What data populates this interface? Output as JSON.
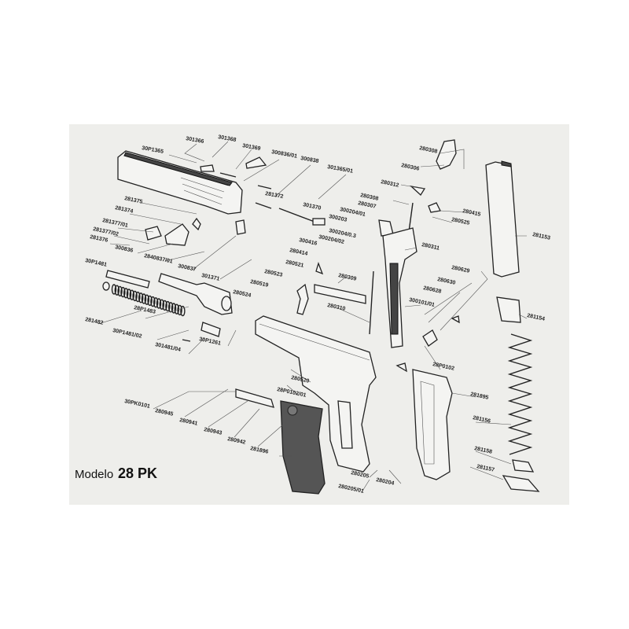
{
  "title": {
    "model_word": "Modelo",
    "model_number": "28 PK"
  },
  "labels": [
    "30P1365",
    "301366",
    "301368",
    "301369",
    "300836/01",
    "300838",
    "301365/01",
    "281372",
    "281375",
    "281374",
    "281377/01",
    "281377/02",
    "281376",
    "300836",
    "2840837/01",
    "300837",
    "301371",
    "301370",
    "300204/01",
    "300203",
    "300204/0.3",
    "300204/02",
    "300416",
    "280414",
    "280521",
    "280523",
    "280519",
    "280524",
    "280309",
    "280310",
    "280308",
    "280306",
    "280312",
    "280308",
    "280307",
    "280415",
    "280525",
    "280311",
    "281153",
    "280629",
    "280630",
    "280628",
    "300101/01",
    "281154",
    "28P0102",
    "281895",
    "281156",
    "281158",
    "281157",
    "30P1481",
    "28P1483",
    "281482",
    "30P1481/02",
    "301481/04",
    "30P1261",
    "280520",
    "28P0102/01",
    "30PK0101",
    "280945",
    "280941",
    "280943",
    "280942",
    "281896",
    "280205",
    "280204",
    "280205/01"
  ]
}
